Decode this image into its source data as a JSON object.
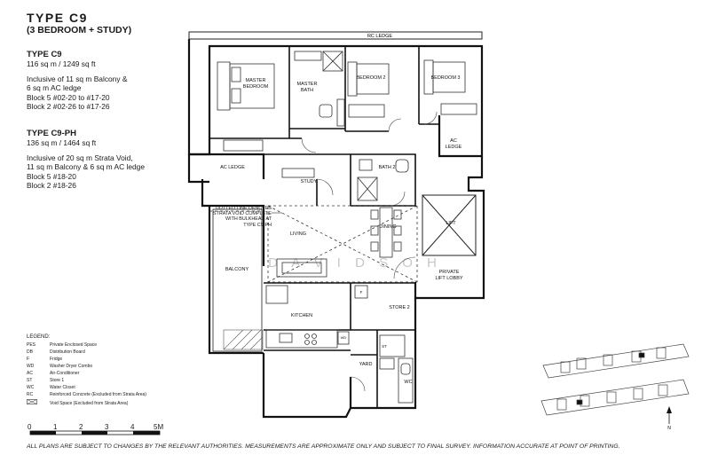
{
  "header": {
    "title": "TYPE C9",
    "subtitle": "(3 BEDROOM + STUDY)"
  },
  "units": [
    {
      "name": "TYPE C9",
      "area": "116 sq m / 1249 sq ft",
      "lines": [
        "Inclusive of 11 sq m Balcony &",
        "6 sq m AC ledge",
        "Block 5 #02-20 to #17-20",
        "Block 2 #02-26 to #17-26"
      ]
    },
    {
      "name": "TYPE C9-PH",
      "area": "136 sq m / 1464 sq ft",
      "lines": [
        "Inclusive of 20 sq m Strata Void,",
        "11 sq m Balcony & 6 sq m AC ledge",
        "Block 5 #18-20",
        "Block 2 #18-26"
      ]
    }
  ],
  "rooms": {
    "rc_ledge": "RC LEDGE",
    "master_bedroom_1": "MASTER",
    "master_bedroom_2": "BEDROOM",
    "master_bath_1": "MASTER",
    "master_bath_2": "BATH",
    "bedroom2": "BEDROOM 2",
    "bedroom3": "BEDROOM 3",
    "ac_ledge_right_1": "AC",
    "ac_ledge_right_2": "LEDGE",
    "ac_ledge_left": "AC LEDGE",
    "study": "STUDY",
    "bath2": "BATH 2",
    "living": "LIVING",
    "dining": "DINING",
    "balcony": "BALCONY",
    "lift": "LIFT",
    "private_lift_lobby_1": "PRIVATE",
    "private_lift_lobby_2": "LIFT LOBBY",
    "kitchen": "KITCHEN",
    "store2": "STORE 2",
    "yard": "YARD",
    "wc": "WC",
    "st": "ST",
    "wd": "WD",
    "f": "F"
  },
  "callout": [
    "DOTTED LINE DENOTES",
    "STRATA VOID COMPLETE",
    "WITH BULKHEAD AT",
    "TYPE C9-PH"
  ],
  "watermark": "D A V I D   S O H",
  "legend": {
    "title": "LEGEND:",
    "items": [
      {
        "code": "PES",
        "desc": "Private Enclosed Space"
      },
      {
        "code": "DB",
        "desc": "Distribution Board"
      },
      {
        "code": "F",
        "desc": "Fridge"
      },
      {
        "code": "WD",
        "desc": "Washer Dryer Combo"
      },
      {
        "code": "AC",
        "desc": "Air-Conditioner"
      },
      {
        "code": "ST",
        "desc": "Store 1"
      },
      {
        "code": "WC",
        "desc": "Water Closet"
      },
      {
        "code": "RC",
        "desc": "Reinforced Concrete (Excluded from Strata Area)"
      },
      {
        "code": "",
        "desc": "Void Space (Excluded from Strata Area)"
      }
    ]
  },
  "scale": {
    "labels": [
      "0",
      "1",
      "2",
      "3",
      "4",
      "5M"
    ]
  },
  "keyplan": {
    "north_label": "N"
  },
  "footer": "ALL PLANS ARE SUBJECT TO CHANGES BY THE RELEVANT AUTHORITIES. MEASUREMENTS ARE APPROXIMATE ONLY AND SUBJECT TO FINAL SURVEY. INFORMATION ACCURATE AT POINT OF PRINTING."
}
